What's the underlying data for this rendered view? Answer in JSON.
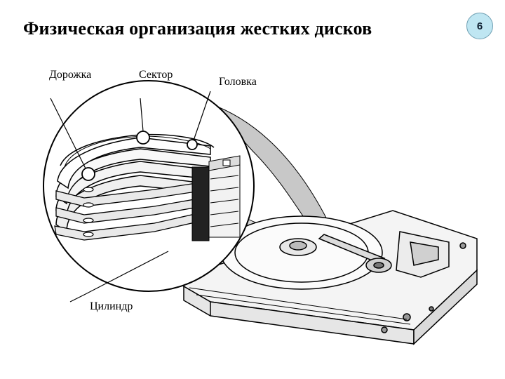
{
  "title": "Физическая организация жестких дисков",
  "slide_number": "6",
  "labels": {
    "track": "Дорожка",
    "sector": "Сектор",
    "head": "Головка",
    "cylinder": "Цилиндр"
  },
  "colors": {
    "badge_fill": "#bfe6f2",
    "ink": "#000000"
  }
}
